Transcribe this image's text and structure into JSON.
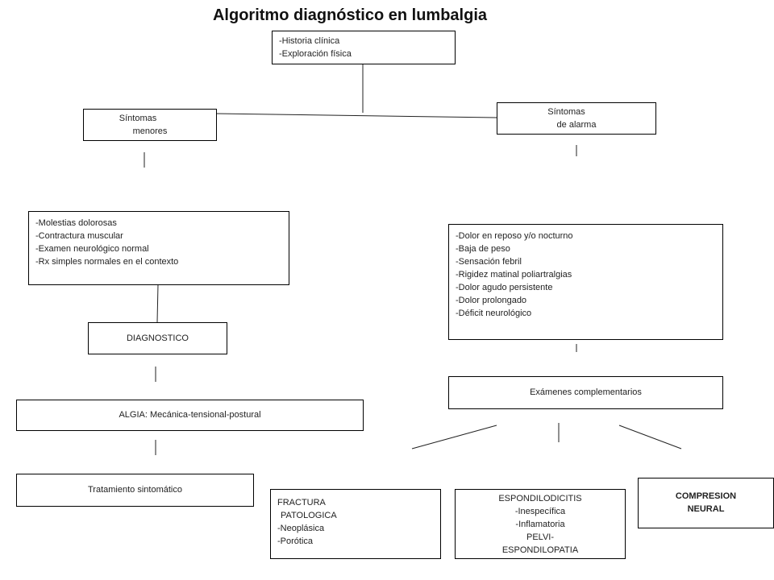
{
  "title": "Algoritmo diagnóstico en lumbalgia",
  "nodes": {
    "history": [
      "-Historia clínica",
      "-Exploración física"
    ],
    "minor_symptoms": [
      "Síntomas",
      "menores"
    ],
    "alarm_symptoms": [
      "Síntomas",
      "de alarma"
    ],
    "minor_list": [
      "-Molestias dolorosas",
      "-Contractura muscular",
      "-Examen neurológico normal",
      "-Rx simples normales en el contexto"
    ],
    "alarm_list": [
      "-Dolor en reposo y/o nocturno",
      "-Baja de peso",
      "-Sensación febril",
      "-Rigidez matinal poliartralgias",
      "-Dolor agudo persistente",
      "-Dolor prolongado",
      "-Déficit neurológico"
    ],
    "diagnostico": "DIAGNOSTICO",
    "examenes": "Exámenes complementarios",
    "algia": "ALGIA: Mecánica-tensional-postural",
    "tratamiento": "Tratamiento sintomático",
    "fractura": [
      "FRACTURA",
      "PATOLOGICA",
      "-Neoplásica",
      "-Porótica"
    ],
    "espondilodicitis": [
      "ESPONDILODICITIS",
      "-Inespecífica",
      "-Inflamatoria",
      "PELVI-",
      "ESPONDILOPATIA"
    ],
    "compresion": [
      "COMPRESION",
      "NEURAL"
    ]
  }
}
